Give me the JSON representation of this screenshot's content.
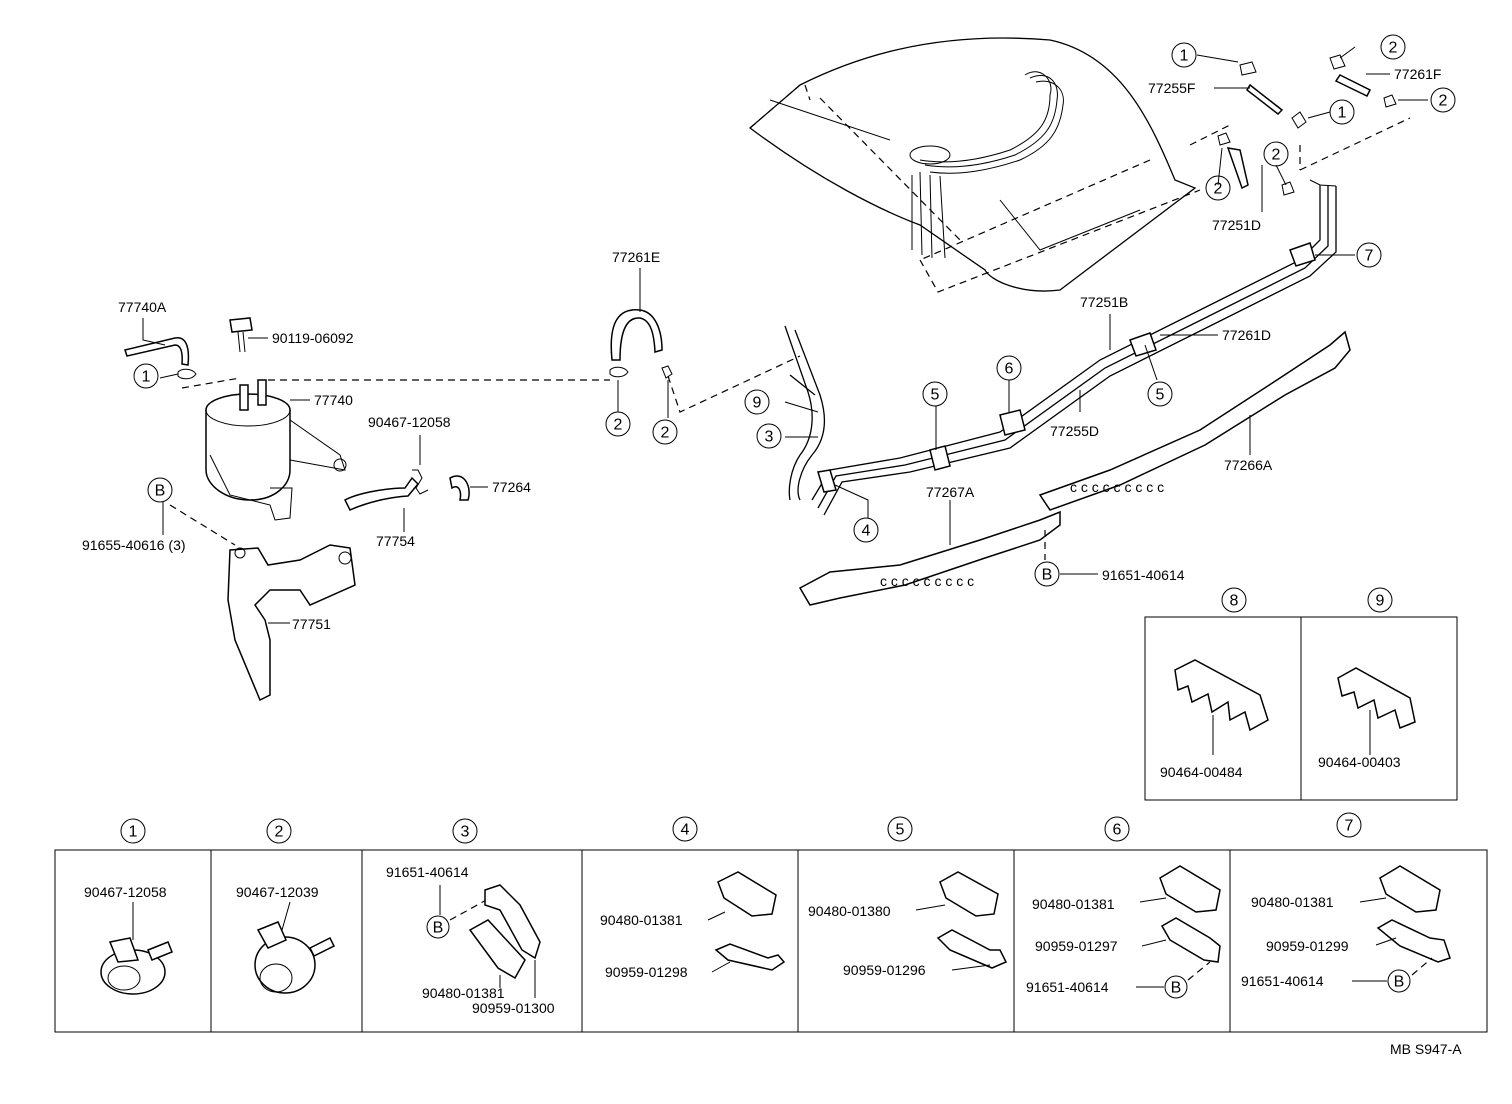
{
  "main": {
    "labels": {
      "p77740A": "77740A",
      "p90119": "90119-06092",
      "p77740": "77740",
      "p90467_12058": "90467-12058",
      "p77264": "77264",
      "p77754": "77754",
      "p91655": "91655-40616 (3)",
      "p77751": "77751",
      "p77261E": "77261E",
      "p77255F": "77255F",
      "p77261F": "77261F",
      "p77251D": "77251D",
      "p77251B": "77251B",
      "p77261D": "77261D",
      "p77255D": "77255D",
      "p77267A": "77267A",
      "p77266A": "77266A",
      "p91651": "91651-40614"
    },
    "callouts": {
      "one": "1",
      "two": "2",
      "three": "3",
      "four": "4",
      "five": "5",
      "six": "6",
      "seven": "7",
      "eight": "8",
      "nine": "9",
      "b": "B"
    }
  },
  "insets": {
    "box8": {
      "number": "8",
      "part": "90464-00484"
    },
    "box9": {
      "number": "9",
      "part": "90464-00403"
    }
  },
  "bottom_table": {
    "c1": {
      "number": "1",
      "part": "90467-12058"
    },
    "c2": {
      "number": "2",
      "part": "90467-12039"
    },
    "c3": {
      "number": "3",
      "part_a": "91651-40614",
      "marker": "B",
      "part_b": "90480-01381",
      "part_c": "90959-01300"
    },
    "c4": {
      "number": "4",
      "part_a": "90480-01381",
      "part_b": "90959-01298"
    },
    "c5": {
      "number": "5",
      "part_a": "90480-01380",
      "part_b": "90959-01296"
    },
    "c6": {
      "number": "6",
      "part_a": "90480-01381",
      "part_b": "90959-01297",
      "part_c": "91651-40614",
      "marker": "B"
    },
    "c7": {
      "number": "7",
      "part_a": "90480-01381",
      "part_b": "90959-01299",
      "part_c": "91651-40614",
      "marker": "B"
    }
  },
  "footer": {
    "code": "MB S947-A"
  }
}
